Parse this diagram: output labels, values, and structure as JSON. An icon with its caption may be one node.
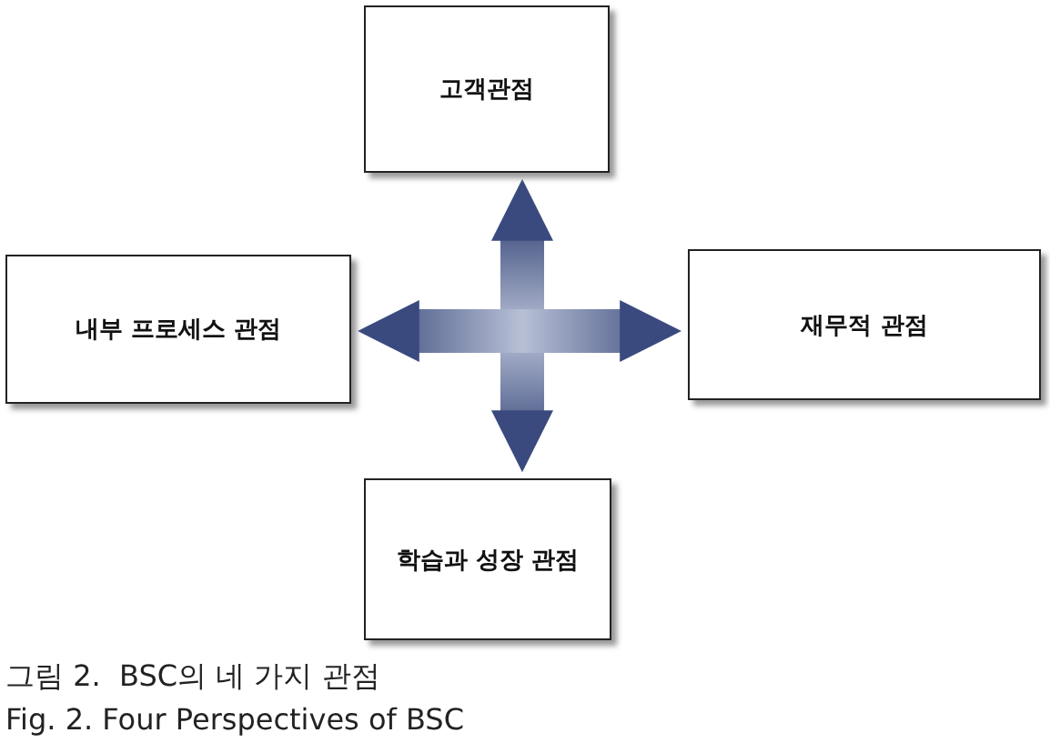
{
  "diagram": {
    "caption": "그림 2.  BSC의 네 가지 관점",
    "nodes": [
      {
        "text": [
          "고객관점"
        ]
      },
      {
        "text": [
          "내부 프로세스 관점"
        ]
      },
      {
        "text": [
          "재무적 관점"
        ]
      },
      {
        "text": [
          "학습과 성장 관점"
        ]
      }
    ],
    "edges": [
      {
        "from": 0,
        "to": 3,
        "arrow": "both",
        "style": "thick"
      },
      {
        "from": 1,
        "to": 2,
        "arrow": "both",
        "style": "thick"
      }
    ],
    "labels": [
      "Fig. 2. Four Perspectives of BSC"
    ]
  }
}
